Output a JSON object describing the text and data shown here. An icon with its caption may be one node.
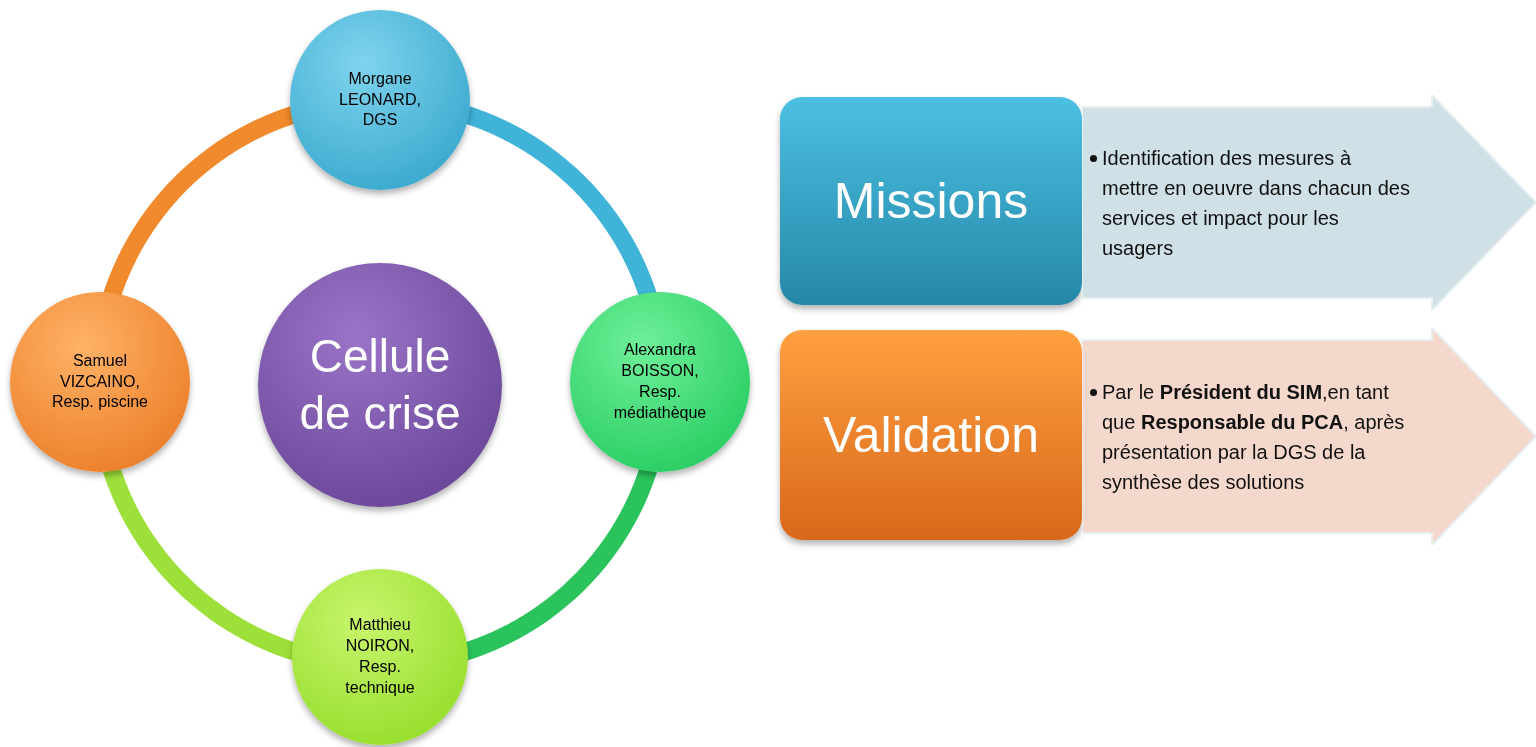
{
  "diagram": {
    "nodes": [
      {
        "text": [
          "Morgane LEONARD, DGS"
        ]
      },
      {
        "text": [
          "Samuel VIZCAINO, Resp. piscine"
        ]
      },
      {
        "text": [
          "Cellule de crise"
        ]
      },
      {
        "text": [
          "Alexandra BOISSON, Resp. médiathèque"
        ]
      },
      {
        "text": [
          "Matthieu NOIRON, Resp. technique"
        ]
      },
      {
        "text": [
          "Missions"
        ]
      },
      {
        "text": [
          "Identification des mesures à mettre en oeuvre dans chacun des services et impact pour les usagers"
        ]
      },
      {
        "text": [
          "Validation"
        ]
      },
      {
        "text": [
          "Par le **Président du SIM**,en tant que **Responsable du PCA**, après présentation par la DGS de la synthèse des solutions"
        ]
      }
    ],
    "edges": [
      {
        "from": 1,
        "to": 0,
        "arrow": "none",
        "color": "#f08a2c"
      },
      {
        "from": 0,
        "to": 3,
        "arrow": "none",
        "color": "#3fb3d8"
      },
      {
        "from": 3,
        "to": 4,
        "arrow": "none",
        "color": "#2bc45c"
      },
      {
        "from": 4,
        "to": 1,
        "arrow": "none",
        "color": "#9ee03a"
      }
    ]
  }
}
